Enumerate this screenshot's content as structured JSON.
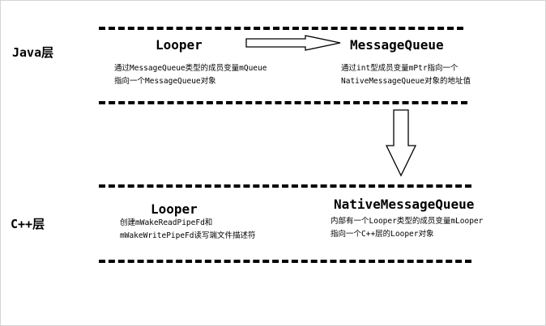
{
  "java_layer": {
    "label": "Java层",
    "looper": {
      "title": "Looper",
      "desc_line1": "通过MessageQueue类型的成员变量mQueue",
      "desc_line2": "指向一个MessageQueue对象"
    },
    "message_queue": {
      "title": "MessageQueue",
      "desc_line1": "通过int型成员变量mPtr指向一个",
      "desc_line2": "NativeMessageQueue对象的地址值"
    }
  },
  "cpp_layer": {
    "label": "C++层",
    "looper": {
      "title": "Looper",
      "desc_line1": "创建mWakeReadPipeFd和",
      "desc_line2": "mWakeWritePipeFd读写端文件描述符"
    },
    "native_message_queue": {
      "title": "NativeMessageQueue",
      "desc_line1": "内部有一个Looper类型的成员变量mLooper",
      "desc_line2": "指向一个C++层的Looper对象"
    }
  }
}
